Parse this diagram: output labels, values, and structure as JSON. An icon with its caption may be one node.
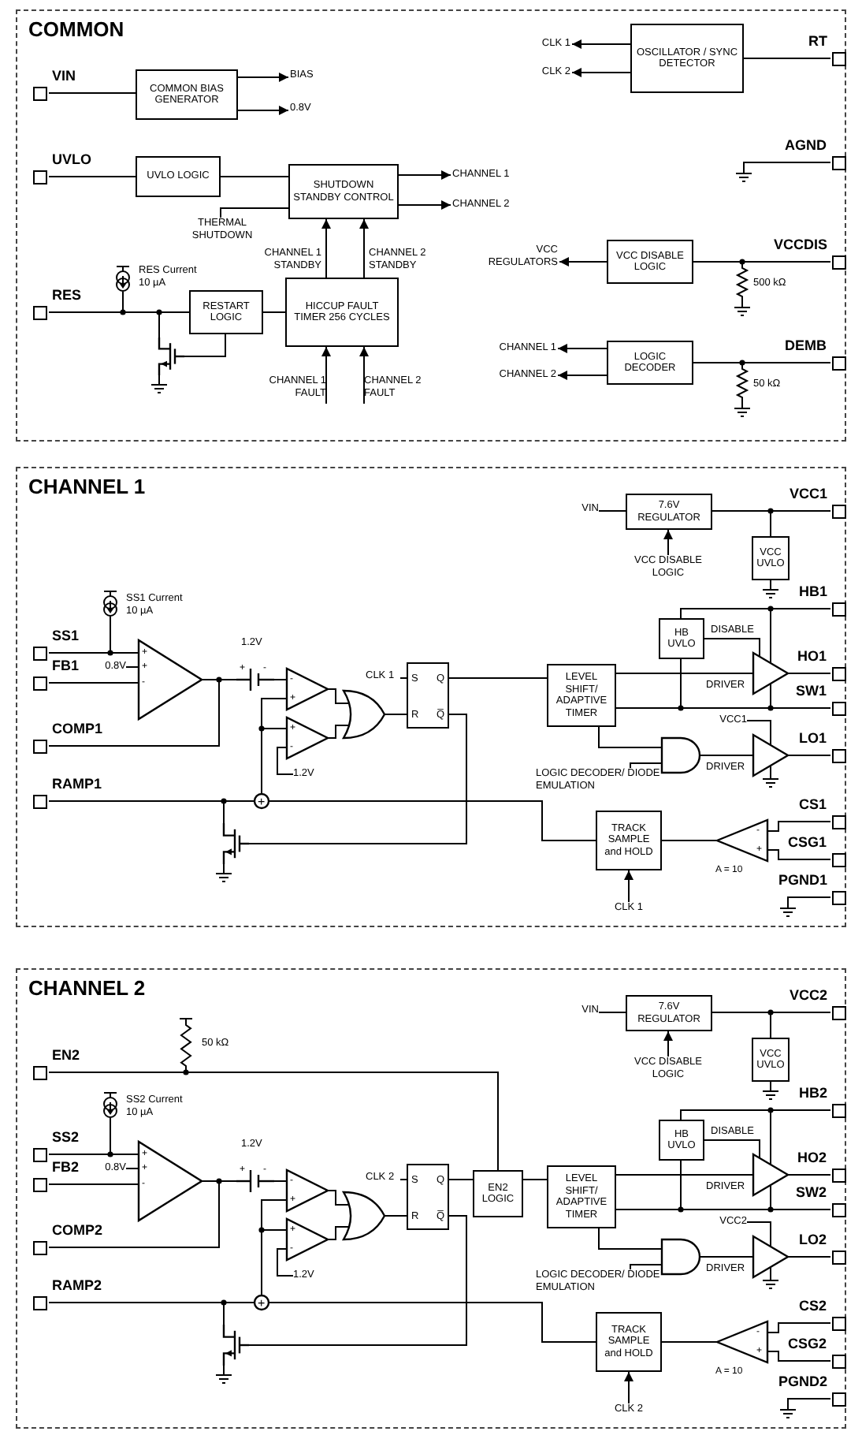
{
  "diagram": {
    "nodes": [
      {
        "text": [
          "COMMON"
        ]
      },
      {
        "text": [
          "VIN"
        ],
        "in": 0
      },
      {
        "text": [
          "COMMON BIAS GENERATOR"
        ],
        "in": 0
      },
      {
        "text": [
          "BIAS"
        ],
        "in": 0
      },
      {
        "text": [
          "0.8V"
        ],
        "in": 0
      },
      {
        "text": [
          "UVLO"
        ],
        "in": 0
      },
      {
        "text": [
          "UVLO LOGIC"
        ],
        "in": 0
      },
      {
        "text": [
          "SHUTDOWN STANDBY CONTROL"
        ],
        "in": 0
      },
      {
        "text": [
          "CHANNEL 1"
        ],
        "in": 0
      },
      {
        "text": [
          "CHANNEL 2"
        ],
        "in": 0
      },
      {
        "text": [
          "THERMAL SHUTDOWN"
        ],
        "in": 0
      },
      {
        "text": [
          "RES"
        ],
        "in": 0
      },
      {
        "text": [
          "RESTART LOGIC"
        ],
        "in": 0
      },
      {
        "text": [
          "HICCUP FAULT TIMER 256 CYCLES"
        ],
        "in": 0
      },
      {
        "text": [
          "CHANNEL 1 FAULT"
        ],
        "in": 0
      },
      {
        "text": [
          "CHANNEL 2 FAULT"
        ],
        "in": 0
      },
      {
        "text": [],
        "shape": "transistor",
        "in": 0
      },
      {
        "text": [
          "OSCILLATOR / SYNC DETECTOR"
        ],
        "in": 0
      },
      {
        "text": [
          "RT"
        ],
        "in": 0
      },
      {
        "text": [
          "CLK 1"
        ],
        "in": 0
      },
      {
        "text": [
          "CLK 2"
        ],
        "in": 0
      },
      {
        "text": [
          "AGND"
        ],
        "in": 0
      },
      {
        "text": [
          "VCC DISABLE LOGIC"
        ],
        "in": 0
      },
      {
        "text": [
          "VCC REGULATORS"
        ],
        "in": 0
      },
      {
        "text": [
          "VCCDIS"
        ],
        "in": 0
      },
      {
        "text": [
          "LOGIC DECODER"
        ],
        "in": 0
      },
      {
        "text": [
          "CHANNEL 1"
        ],
        "in": 0
      },
      {
        "text": [
          "CHANNEL 2"
        ],
        "in": 0
      },
      {
        "text": [
          "DEMB"
        ],
        "in": 0
      },
      {
        "text": [
          "CHANNEL 1"
        ]
      },
      {
        "text": [
          "VIN"
        ],
        "in": 29
      },
      {
        "text": [
          "7.6V REGULATOR"
        ],
        "in": 29
      },
      {
        "text": [
          "VCC1"
        ],
        "in": 29
      },
      {
        "text": [
          "VCC UVLO"
        ],
        "in": 29
      },
      {
        "text": [
          "VCC DISABLE LOGIC"
        ],
        "in": 29
      },
      {
        "text": [
          "HB1"
        ],
        "in": 29
      },
      {
        "text": [
          "HB UVLO"
        ],
        "in": 29
      },
      {
        "text": [
          "SS1"
        ],
        "in": 29
      },
      {
        "text": [
          "FB1"
        ],
        "in": 29
      },
      {
        "text": [
          "+",
          "+",
          "-"
        ],
        "in": 29
      },
      {
        "text": [
          "0.8V"
        ],
        "in": 29
      },
      {
        "text": [
          "COMP1"
        ],
        "in": 29
      },
      {
        "text": [
          "1.2V",
          "+",
          "-"
        ],
        "in": 29
      },
      {
        "text": [
          "-",
          "+"
        ],
        "in": 29
      },
      {
        "text": [
          "+",
          "-"
        ],
        "in": 29
      },
      {
        "text": [
          "1.2V"
        ],
        "in": 29
      },
      {
        "text": [],
        "shape": "gate",
        "in": 29
      },
      {
        "text": [
          "CLK 1"
        ],
        "in": 29
      },
      {
        "text": [
          "S",
          "R",
          "Q",
          "Q̅"
        ],
        "in": 29
      },
      {
        "text": [
          "LEVEL SHIFT/ ADAPTIVE TIMER"
        ],
        "in": 29
      },
      {
        "text": [],
        "shape": "triangle",
        "beside": [
          "DRIVER"
        ],
        "in": 29
      },
      {
        "text": [
          "HO1"
        ],
        "in": 29
      },
      {
        "text": [
          "SW1"
        ],
        "in": 29
      },
      {
        "text": [],
        "shape": "gate",
        "in": 29
      },
      {
        "text": [
          "LOGIC DECODER/ DIODE EMULATION"
        ],
        "in": 29
      },
      {
        "text": [],
        "shape": "triangle",
        "beside": [
          "DRIVER"
        ],
        "in": 29
      },
      {
        "text": [
          "VCC1"
        ],
        "in": 29
      },
      {
        "text": [
          "LO1"
        ],
        "in": 29
      },
      {
        "text": [
          "RAMP1"
        ],
        "in": 29
      },
      {
        "text": [
          "+"
        ],
        "in": 29
      },
      {
        "text": [],
        "shape": "transistor",
        "in": 29
      },
      {
        "text": [
          "TRACK SAMPLE and HOLD"
        ],
        "in": 29
      },
      {
        "text": [
          "CLK 1"
        ],
        "in": 29
      },
      {
        "text": [
          "-",
          "+"
        ],
        "beside": [
          "A = 10"
        ],
        "in": 29
      },
      {
        "text": [
          "CS1"
        ],
        "in": 29
      },
      {
        "text": [
          "CSG1"
        ],
        "in": 29
      },
      {
        "text": [
          "PGND1"
        ],
        "in": 29
      },
      {
        "text": [
          "CHANNEL 2"
        ]
      },
      {
        "text": [
          "VIN"
        ],
        "in": 67
      },
      {
        "text": [
          "7.6V REGULATOR"
        ],
        "in": 67
      },
      {
        "text": [
          "VCC2"
        ],
        "in": 67
      },
      {
        "text": [
          "VCC UVLO"
        ],
        "in": 67
      },
      {
        "text": [
          "VCC DISABLE LOGIC"
        ],
        "in": 67
      },
      {
        "text": [
          "HB2"
        ],
        "in": 67
      },
      {
        "text": [
          "HB UVLO"
        ],
        "in": 67
      },
      {
        "text": [
          "SS2"
        ],
        "in": 67
      },
      {
        "text": [
          "FB2"
        ],
        "in": 67
      },
      {
        "text": [
          "+",
          "+",
          "-"
        ],
        "in": 67
      },
      {
        "text": [
          "0.8V"
        ],
        "in": 67
      },
      {
        "text": [
          "COMP2"
        ],
        "in": 67
      },
      {
        "text": [
          "1.2V",
          "+",
          "-"
        ],
        "in": 67
      },
      {
        "text": [
          "-",
          "+"
        ],
        "in": 67
      },
      {
        "text": [
          "+",
          "-"
        ],
        "in": 67
      },
      {
        "text": [
          "1.2V"
        ],
        "in": 67
      },
      {
        "text": [],
        "shape": "gate",
        "in": 67
      },
      {
        "text": [
          "CLK 2"
        ],
        "in": 67
      },
      {
        "text": [
          "S",
          "R",
          "Q",
          "Q̅"
        ],
        "in": 67
      },
      {
        "text": [
          "LEVEL SHIFT/ ADAPTIVE TIMER"
        ],
        "in": 67
      },
      {
        "text": [],
        "shape": "triangle",
        "beside": [
          "DRIVER"
        ],
        "in": 67
      },
      {
        "text": [
          "HO2"
        ],
        "in": 67
      },
      {
        "text": [
          "SW2"
        ],
        "in": 67
      },
      {
        "text": [],
        "shape": "gate",
        "in": 67
      },
      {
        "text": [
          "LOGIC DECODER/ DIODE EMULATION"
        ],
        "in": 67
      },
      {
        "text": [],
        "shape": "triangle",
        "beside": [
          "DRIVER"
        ],
        "in": 67
      },
      {
        "text": [
          "VCC2"
        ],
        "in": 67
      },
      {
        "text": [
          "LO2"
        ],
        "in": 67
      },
      {
        "text": [
          "RAMP2"
        ],
        "in": 67
      },
      {
        "text": [
          "+"
        ],
        "in": 67
      },
      {
        "text": [],
        "shape": "transistor",
        "in": 67
      },
      {
        "text": [
          "TRACK SAMPLE and HOLD"
        ],
        "in": 67
      },
      {
        "text": [
          "CLK 2"
        ],
        "in": 67
      },
      {
        "text": [
          "-",
          "+"
        ],
        "beside": [
          "A = 10"
        ],
        "in": 67
      },
      {
        "text": [
          "CS2"
        ],
        "in": 67
      },
      {
        "text": [
          "CSG2"
        ],
        "in": 67
      },
      {
        "text": [
          "PGND2"
        ],
        "in": 67
      },
      {
        "text": [
          "EN2"
        ],
        "in": 67
      },
      {
        "text": [
          "EN2 LOGIC"
        ],
        "in": 67
      },
      {
        "text": [],
        "shape": "source",
        "in": 0
      },
      {
        "text": [],
        "shape": "source",
        "in": 29
      },
      {
        "text": [],
        "shape": "source",
        "in": 67
      }
    ],
    "edges": [
      {
        "from": 1,
        "to": 2,
        "arrow": "none"
      },
      {
        "from": 2,
        "to": 3,
        "arrow": "to"
      },
      {
        "from": 2,
        "to": 4,
        "arrow": "to"
      },
      {
        "from": 5,
        "to": 6,
        "arrow": "none"
      },
      {
        "from": 6,
        "to": 7,
        "arrow": "none"
      },
      {
        "from": 10,
        "to": 7,
        "arrow": "none"
      },
      {
        "from": 7,
        "to": 8,
        "arrow": "to"
      },
      {
        "from": 7,
        "to": 9,
        "arrow": "to"
      },
      {
        "from": 11,
        "to": 12,
        "arrow": "none"
      },
      {
        "from": 11,
        "to": 16,
        "arrow": "none"
      },
      {
        "from": 12,
        "to": 16,
        "arrow": "none"
      },
      {
        "from": 12,
        "to": 13,
        "arrow": "none"
      },
      {
        "from": 13,
        "to": 7,
        "arrow": "to",
        "label": "CHANNEL 1 STANDBY"
      },
      {
        "from": 13,
        "to": 7,
        "arrow": "to",
        "label": "CHANNEL 2 STANDBY"
      },
      {
        "from": 14,
        "to": 13,
        "arrow": "to"
      },
      {
        "from": 15,
        "to": 13,
        "arrow": "to"
      },
      {
        "from": 18,
        "to": 17,
        "arrow": "none"
      },
      {
        "from": 17,
        "to": 19,
        "arrow": "to"
      },
      {
        "from": 17,
        "to": 20,
        "arrow": "to"
      },
      {
        "from": 24,
        "to": 22,
        "arrow": "none"
      },
      {
        "from": 22,
        "to": 23,
        "arrow": "to"
      },
      {
        "from": 28,
        "to": 25,
        "arrow": "none"
      },
      {
        "from": 25,
        "to": 26,
        "arrow": "to"
      },
      {
        "from": 25,
        "to": 27,
        "arrow": "to"
      },
      {
        "from": 30,
        "to": 31,
        "arrow": "none"
      },
      {
        "from": 31,
        "to": 32,
        "arrow": "none"
      },
      {
        "from": 32,
        "to": 33,
        "arrow": "none"
      },
      {
        "from": 34,
        "to": 31,
        "arrow": "to"
      },
      {
        "from": 35,
        "to": 36,
        "arrow": "none"
      },
      {
        "from": 35,
        "to": 50,
        "arrow": "none"
      },
      {
        "from": 36,
        "to": 50,
        "arrow": "none",
        "label": "DISABLE"
      },
      {
        "from": 36,
        "to": 52,
        "arrow": "none"
      },
      {
        "from": 37,
        "to": 39,
        "arrow": "none"
      },
      {
        "from": 40,
        "to": 39,
        "arrow": "none"
      },
      {
        "from": 38,
        "to": 39,
        "arrow": "none"
      },
      {
        "from": 39,
        "to": 42,
        "arrow": "none"
      },
      {
        "from": 39,
        "to": 41,
        "arrow": "none"
      },
      {
        "from": 42,
        "to": 43,
        "arrow": "none"
      },
      {
        "from": 59,
        "to": 43,
        "arrow": "none"
      },
      {
        "from": 59,
        "to": 44,
        "arrow": "none"
      },
      {
        "from": 45,
        "to": 44,
        "arrow": "none"
      },
      {
        "from": 43,
        "to": 46,
        "arrow": "none"
      },
      {
        "from": 44,
        "to": 46,
        "arrow": "none"
      },
      {
        "from": 46,
        "to": 48,
        "arrow": "none"
      },
      {
        "from": 47,
        "to": 48,
        "arrow": "none"
      },
      {
        "from": 48,
        "to": 49,
        "arrow": "none"
      },
      {
        "from": 48,
        "to": 60,
        "arrow": "none"
      },
      {
        "from": 49,
        "to": 50,
        "arrow": "none"
      },
      {
        "from": 50,
        "to": 51,
        "arrow": "none"
      },
      {
        "from": 49,
        "to": 52,
        "arrow": "none"
      },
      {
        "from": 49,
        "to": 53,
        "arrow": "none"
      },
      {
        "from": 54,
        "to": 53,
        "arrow": "none"
      },
      {
        "from": 53,
        "to": 55,
        "arrow": "none"
      },
      {
        "from": 56,
        "to": 55,
        "arrow": "none"
      },
      {
        "from": 55,
        "to": 57,
        "arrow": "none"
      },
      {
        "from": 58,
        "to": 59,
        "arrow": "none"
      },
      {
        "from": 58,
        "to": 60,
        "arrow": "none"
      },
      {
        "from": 59,
        "to": 61,
        "arrow": "none"
      },
      {
        "from": 62,
        "to": 61,
        "arrow": "to"
      },
      {
        "from": 63,
        "to": 61,
        "arrow": "none"
      },
      {
        "from": 64,
        "to": 63,
        "arrow": "none"
      },
      {
        "from": 65,
        "to": 63,
        "arrow": "none"
      },
      {
        "from": 50,
        "to": 52,
        "arrow": "none"
      },
      {
        "from": 68,
        "to": 69,
        "arrow": "none"
      },
      {
        "from": 69,
        "to": 70,
        "arrow": "none"
      },
      {
        "from": 70,
        "to": 71,
        "arrow": "none"
      },
      {
        "from": 72,
        "to": 69,
        "arrow": "to"
      },
      {
        "from": 73,
        "to": 74,
        "arrow": "none"
      },
      {
        "from": 73,
        "to": 88,
        "arrow": "none"
      },
      {
        "from": 74,
        "to": 88,
        "arrow": "none",
        "label": "DISABLE"
      },
      {
        "from": 74,
        "to": 90,
        "arrow": "none"
      },
      {
        "from": 75,
        "to": 77,
        "arrow": "none"
      },
      {
        "from": 78,
        "to": 77,
        "arrow": "none"
      },
      {
        "from": 76,
        "to": 77,
        "arrow": "none"
      },
      {
        "from": 77,
        "to": 80,
        "arrow": "none"
      },
      {
        "from": 77,
        "to": 79,
        "arrow": "none"
      },
      {
        "from": 80,
        "to": 81,
        "arrow": "none"
      },
      {
        "from": 97,
        "to": 81,
        "arrow": "none"
      },
      {
        "from": 97,
        "to": 82,
        "arrow": "none"
      },
      {
        "from": 83,
        "to": 82,
        "arrow": "none"
      },
      {
        "from": 81,
        "to": 84,
        "arrow": "none"
      },
      {
        "from": 82,
        "to": 84,
        "arrow": "none"
      },
      {
        "from": 84,
        "to": 86,
        "arrow": "none"
      },
      {
        "from": 85,
        "to": 86,
        "arrow": "none"
      },
      {
        "from": 86,
        "to": 106,
        "arrow": "none"
      },
      {
        "from": 106,
        "to": 87,
        "arrow": "none"
      },
      {
        "from": 105,
        "to": 106,
        "arrow": "none"
      },
      {
        "from": 86,
        "to": 98,
        "arrow": "none"
      },
      {
        "from": 87,
        "to": 88,
        "arrow": "none"
      },
      {
        "from": 88,
        "to": 89,
        "arrow": "none"
      },
      {
        "from": 87,
        "to": 90,
        "arrow": "none"
      },
      {
        "from": 87,
        "to": 91,
        "arrow": "none"
      },
      {
        "from": 92,
        "to": 91,
        "arrow": "none"
      },
      {
        "from": 91,
        "to": 93,
        "arrow": "none"
      },
      {
        "from": 94,
        "to": 93,
        "arrow": "none"
      },
      {
        "from": 93,
        "to": 95,
        "arrow": "none"
      },
      {
        "from": 96,
        "to": 97,
        "arrow": "none"
      },
      {
        "from": 96,
        "to": 98,
        "arrow": "none"
      },
      {
        "from": 97,
        "to": 99,
        "arrow": "none"
      },
      {
        "from": 100,
        "to": 99,
        "arrow": "to"
      },
      {
        "from": 101,
        "to": 99,
        "arrow": "none"
      },
      {
        "from": 102,
        "to": 101,
        "arrow": "none"
      },
      {
        "from": 103,
        "to": 101,
        "arrow": "none"
      },
      {
        "from": 88,
        "to": 90,
        "arrow": "none"
      },
      {
        "from": 107,
        "to": 11,
        "arrow": "none"
      },
      {
        "from": 108,
        "to": 37,
        "arrow": "none"
      },
      {
        "from": 109,
        "to": 75,
        "arrow": "none"
      }
    ],
    "labels": [
      "RES Current 10 µA",
      "500 kΩ",
      "50 kΩ",
      "SS1 Current 10 µA",
      "50 kΩ",
      "SS2 Current 10 µA"
    ]
  }
}
